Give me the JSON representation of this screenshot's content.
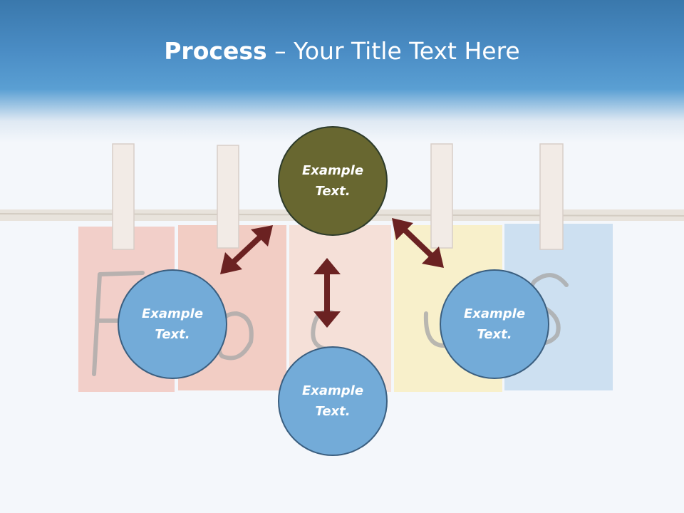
{
  "slide": {
    "title_bold": "Process",
    "title_rest": " – Your Title Text Here"
  },
  "photo": {
    "letters": [
      "F",
      "o",
      "c",
      "u",
      "S"
    ],
    "note_colors": [
      "#f2c2b8",
      "#f2bfb2",
      "#f6d8cc",
      "#f8efc2",
      "#c6dcef"
    ]
  },
  "nodes": {
    "center": {
      "line1": "Example",
      "line2": "Text.",
      "color": "#686730"
    },
    "left": {
      "line1": "Example",
      "line2": "Text.",
      "color": "#73abd8"
    },
    "bottom": {
      "line1": "Example",
      "line2": "Text.",
      "color": "#73abd8"
    },
    "right": {
      "line1": "Example",
      "line2": "Text.",
      "color": "#73abd8"
    }
  },
  "arrow_color": "#6b2222"
}
